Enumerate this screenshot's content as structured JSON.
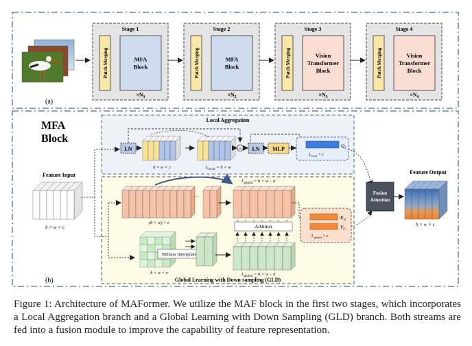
{
  "panel_a": {
    "label": "(a)",
    "stages": [
      {
        "title": "Stage 1",
        "merge": "Patch Merging",
        "block": [
          "MFA",
          "Block"
        ],
        "repeat": "×N",
        "repeat_sub": "1",
        "block_color": "#cfdcef"
      },
      {
        "title": "Stage 2",
        "merge": "Patch Merging",
        "block": [
          "MFA",
          "Block"
        ],
        "repeat": "×N",
        "repeat_sub": "2",
        "block_color": "#cfdcef"
      },
      {
        "title": "Stage 3",
        "merge": "Patch Merging",
        "block": [
          "Vision",
          "Transformer",
          "Block"
        ],
        "repeat": "×N",
        "repeat_sub": "3",
        "block_color": "#f9ddd2"
      },
      {
        "title": "Stage 4",
        "merge": "Patch Merging",
        "block": [
          "Vision",
          "Transformer",
          "Block"
        ],
        "repeat": "×N",
        "repeat_sub": "4",
        "block_color": "#f9ddd2"
      }
    ]
  },
  "panel_b": {
    "label": "(b)",
    "title": [
      "MFA",
      "Block"
    ],
    "feature_input": "Feature Input",
    "input_dims": "h × w × c",
    "local": {
      "title": "Local Aggregation",
      "ln": "LN",
      "ln2": "LN",
      "mlp": "MLP",
      "dims": "h × w × c",
      "l_local": "L",
      "l_local_sub": "local",
      "l_local_rest": " = h × w",
      "q_text": "L",
      "q_sub": "local",
      "q_rest": " × c",
      "q_label": "Q",
      "q_label_sub": "L"
    },
    "global": {
      "title": "Global Learning with Down-sampling (GLD)",
      "dims_top": "(h × w) × c",
      "l_global": "L",
      "l_global_sub": "global",
      "l_global_rest": " = h × w ÷ n",
      "addition": "Addition",
      "bilinear": "Bilinear Interpolation",
      "dims_bottom": "h × w × c",
      "l_global_bottom": "L",
      "l_global_bottom_sub": "global",
      "l_global_bottom_rest": " = h × w ÷ n",
      "k_label": "K",
      "k_sub": "G",
      "v_label": "V",
      "v_sub": "G",
      "kv_text": "L",
      "kv_sub": "global",
      "kv_rest": " × c",
      "ellipsis": "···"
    },
    "fusion": [
      "Fusion",
      "Attention"
    ],
    "feature_output": "Feature Output",
    "output_dims": "h × w × c"
  },
  "caption": "Figure 1: Architecture of MAFormer. We utilize the MAF block in the first two stages, which incorporates a Local Aggregation branch and a Global Learning with Down Sampling (GLD) branch. Both streams are fed into a fusion module to improve the capability of feature representation.",
  "colors": {
    "dashed_border": "#4a6a95",
    "stage_bg": "#e4e4e4",
    "patch_merge": "#fbe7a8",
    "local_bg": "#eef1f8",
    "global_bg": "#fdfae6",
    "salmon": "#f6c3a8",
    "green": "#cde8c8",
    "yellow_tok": "#fbe49a",
    "blue_tok": "#aec4ea",
    "orange": "#f08a3a",
    "fusion": "#4b5360"
  }
}
